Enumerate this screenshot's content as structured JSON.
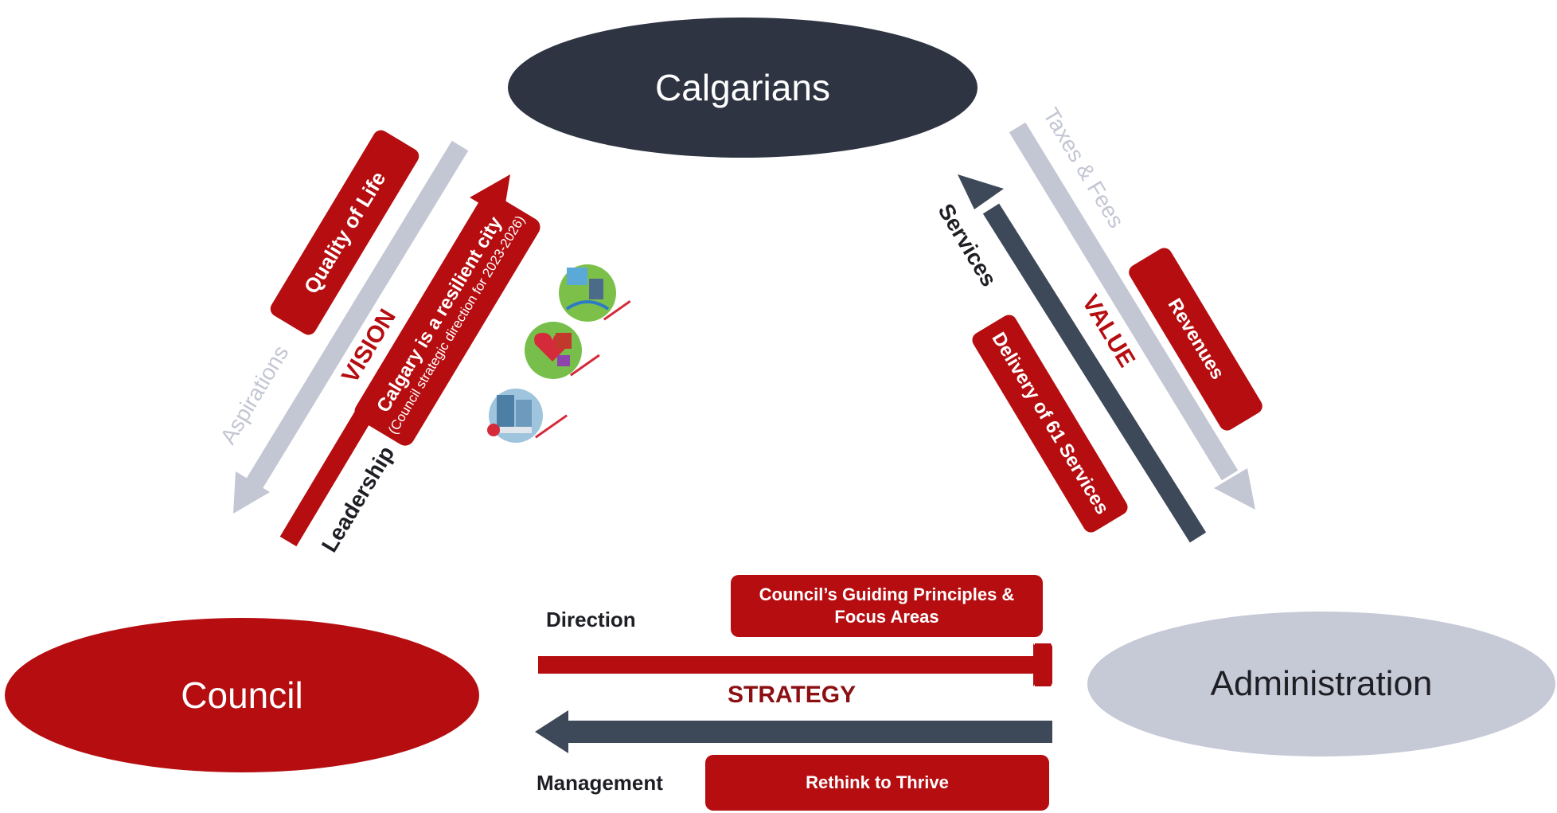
{
  "nodes": {
    "calgarians": "Calgarians",
    "council": "Council",
    "administration": "Administration"
  },
  "left_side": {
    "quality_of_life": "Quality of Life",
    "vision": "VISION",
    "aspirations": "Aspirations",
    "leadership": "Leadership",
    "resilient_title": "Calgary is a resilient city",
    "resilient_sub": "(Council strategic direction for 2023-2026)",
    "icons": [
      "economic-resilience-icon",
      "social-resilience-icon",
      "climate-resilience-icon"
    ]
  },
  "right_side": {
    "taxes_fees": "Taxes & Fees",
    "services": "Services",
    "value": "VALUE",
    "revenues": "Revenues",
    "delivery": "Delivery of 61 Services"
  },
  "bottom": {
    "direction": "Direction",
    "guiding_line1": "Council’s Guiding Principles &",
    "guiding_line2": "Focus Areas",
    "strategy": "STRATEGY",
    "management": "Management",
    "rethink": "Rethink to Thrive"
  },
  "colors": {
    "red": "#b50d10",
    "dark": "#2e3442",
    "navy_arrow": "#3d4858",
    "grey_arrow": "#c3c6d3",
    "admin_fill": "#c6c9d6"
  }
}
